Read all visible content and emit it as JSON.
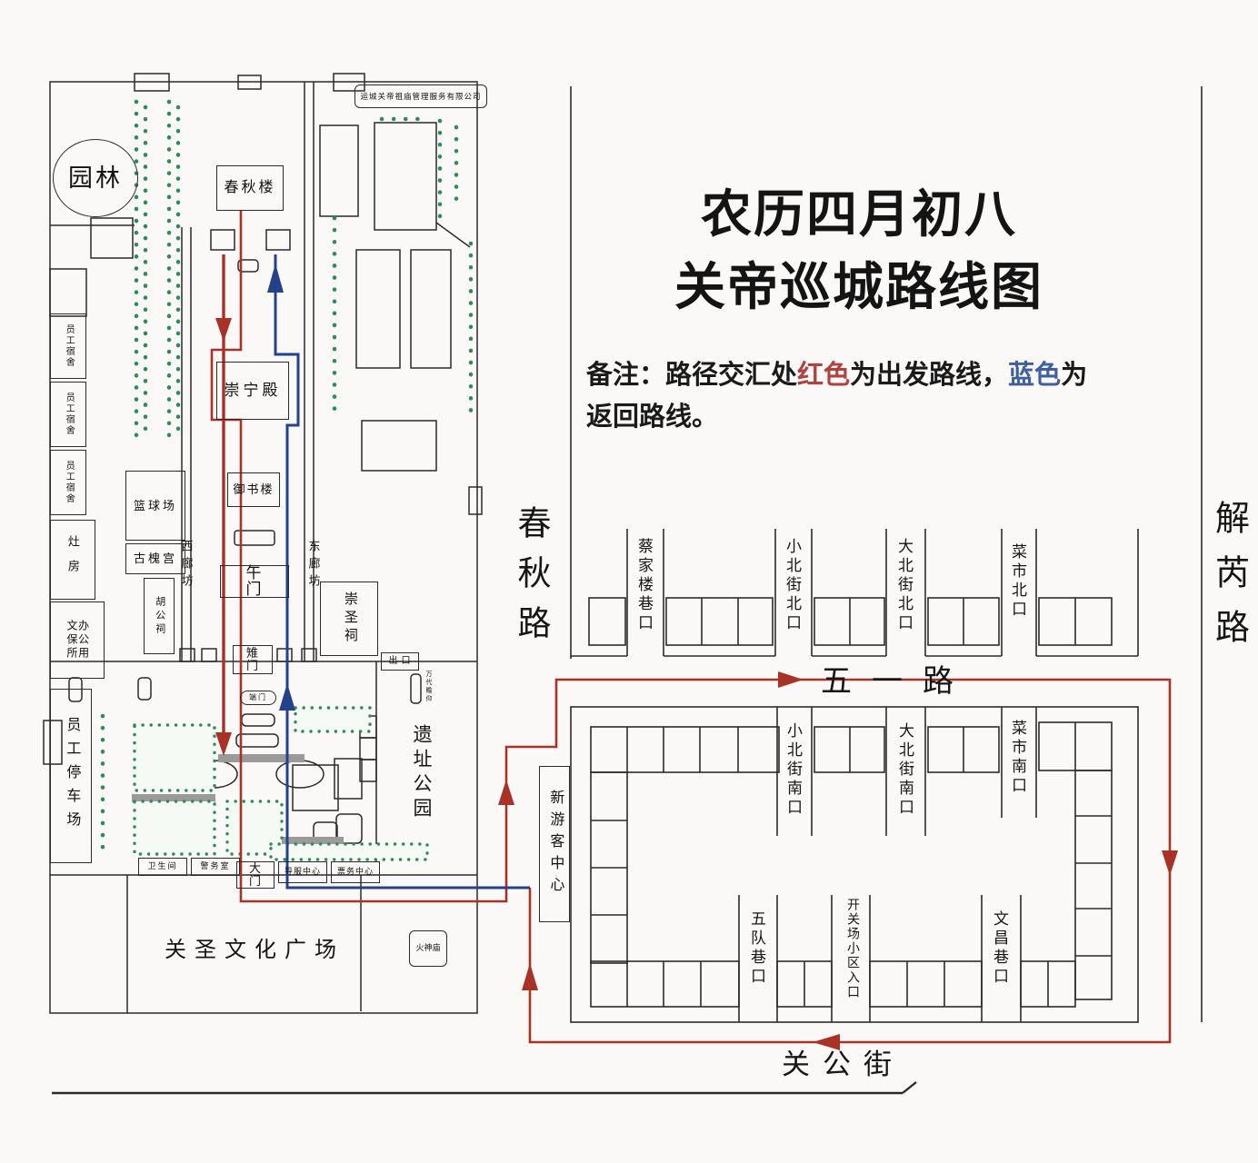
{
  "title": {
    "line1": "农历四月初八",
    "line2": "关帝巡城路线图"
  },
  "note": {
    "prefix": "备注：路径交汇处",
    "red_word": "红色",
    "middle": "为出发路线，",
    "blue_word": "蓝色",
    "suffix": "为返回路线。"
  },
  "colors": {
    "departure_route_red": "#a93226",
    "return_route_blue": "#24418c",
    "tree_green": "#2e8b57",
    "wall_line": "#2b2b2b"
  },
  "temple": {
    "company_box": "运城关帝祖庙管理服务有限公司",
    "garden": "园林",
    "chunqiu_tower": "春秋楼",
    "chongning_hall": "崇宁殿",
    "yushu_tower": "御书楼",
    "wu_gate": "午门",
    "zhi_gate": "雉门",
    "duan_gate": "端门",
    "main_gate": "大门",
    "exit_gate": "出口",
    "wandai_archway": "万代瞻仰",
    "west_corridor": "西廊坊",
    "east_corridor": "东廊坊",
    "chongsheng_shrine": "崇圣祠",
    "basketball_court": "篮球场",
    "guhuai_palace": "古槐宫",
    "hugong_shrine": "胡公祠",
    "dorms": [
      "员工宿舍",
      "员工宿舍",
      "员工宿舍"
    ],
    "kitchen": "灶房",
    "heritage_office": "文保所办公用",
    "staff_parking": "员工停车场",
    "toilet": "卫生间",
    "police_room": "警务室",
    "guide_center": "导服中心",
    "ticket_center": "票务中心",
    "culture_plaza": "关圣文化广场",
    "fire_god_temple": "火神庙",
    "ruins_park": "遗址公园"
  },
  "city": {
    "chunqiu_road": "春秋路",
    "jierui_road": "解芮路",
    "wuyi_road": "五一路",
    "guangong_street": "关公街",
    "new_visitor_center": "新游客中心",
    "north_entrances": [
      "蔡家楼巷口",
      "小北街北口",
      "大北街北口",
      "菜市北口"
    ],
    "south_entrances": [
      "小北街南口",
      "大北街南口",
      "菜市南口"
    ],
    "bottom_entrances": [
      "五队巷口",
      "开关场小区入口",
      "文昌巷口"
    ]
  }
}
